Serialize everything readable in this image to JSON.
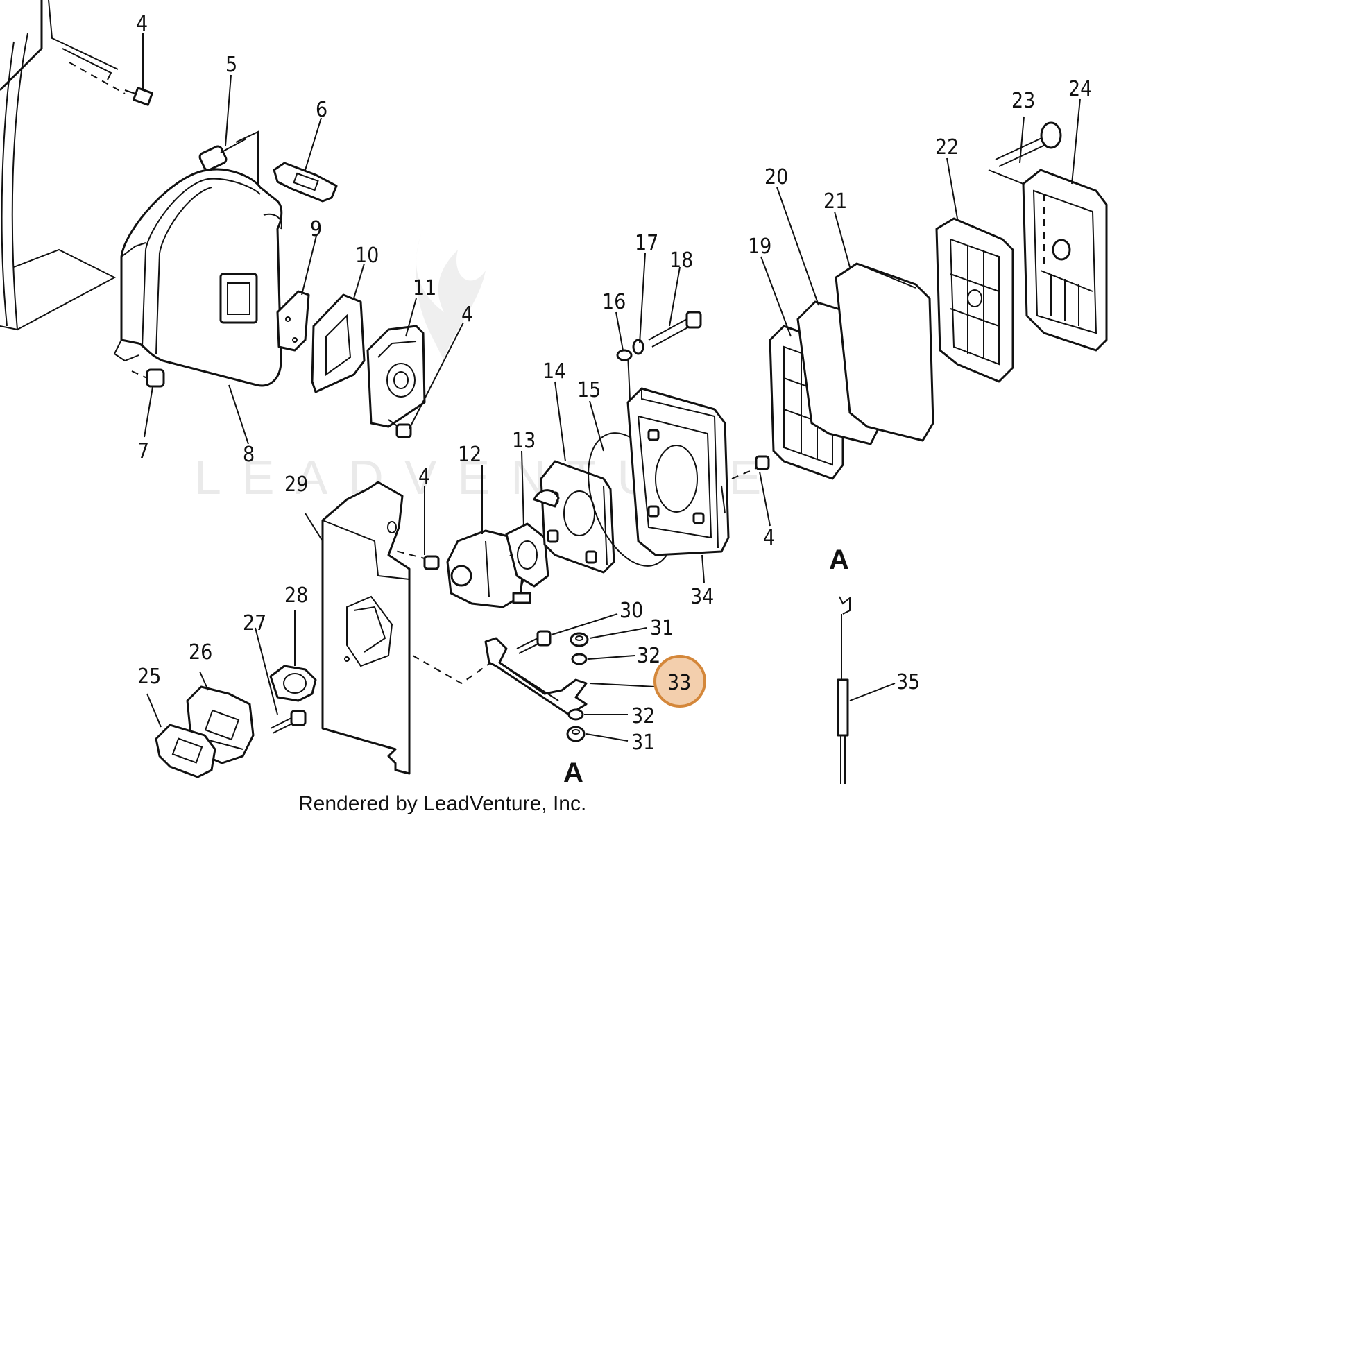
{
  "watermark": "LEADVENTURE",
  "credit": "Rendered by LeadVenture, Inc.",
  "highlight": {
    "part": "33",
    "color": "#d4873a"
  },
  "section_marker": "A",
  "callouts": [
    {
      "id": "c4a",
      "label": "4"
    },
    {
      "id": "c5",
      "label": "5"
    },
    {
      "id": "c6",
      "label": "6"
    },
    {
      "id": "c7",
      "label": "7"
    },
    {
      "id": "c8",
      "label": "8"
    },
    {
      "id": "c9",
      "label": "9"
    },
    {
      "id": "c10",
      "label": "10"
    },
    {
      "id": "c11",
      "label": "11"
    },
    {
      "id": "c4b",
      "label": "4"
    },
    {
      "id": "c12",
      "label": "12"
    },
    {
      "id": "c13",
      "label": "13"
    },
    {
      "id": "c4c",
      "label": "4"
    },
    {
      "id": "c14",
      "label": "14"
    },
    {
      "id": "c15",
      "label": "15"
    },
    {
      "id": "c16",
      "label": "16"
    },
    {
      "id": "c17",
      "label": "17"
    },
    {
      "id": "c18",
      "label": "18"
    },
    {
      "id": "c19",
      "label": "19"
    },
    {
      "id": "c20",
      "label": "20"
    },
    {
      "id": "c21",
      "label": "21"
    },
    {
      "id": "c22",
      "label": "22"
    },
    {
      "id": "c23",
      "label": "23"
    },
    {
      "id": "c24",
      "label": "24"
    },
    {
      "id": "c25",
      "label": "25"
    },
    {
      "id": "c26",
      "label": "26"
    },
    {
      "id": "c27",
      "label": "27"
    },
    {
      "id": "c28",
      "label": "28"
    },
    {
      "id": "c29",
      "label": "29"
    },
    {
      "id": "c30",
      "label": "30"
    },
    {
      "id": "c31a",
      "label": "31"
    },
    {
      "id": "c32a",
      "label": "32"
    },
    {
      "id": "c33",
      "label": "33"
    },
    {
      "id": "c32b",
      "label": "32"
    },
    {
      "id": "c31b",
      "label": "31"
    },
    {
      "id": "c34",
      "label": "34"
    },
    {
      "id": "c4d",
      "label": "4"
    },
    {
      "id": "c35",
      "label": "35"
    }
  ]
}
